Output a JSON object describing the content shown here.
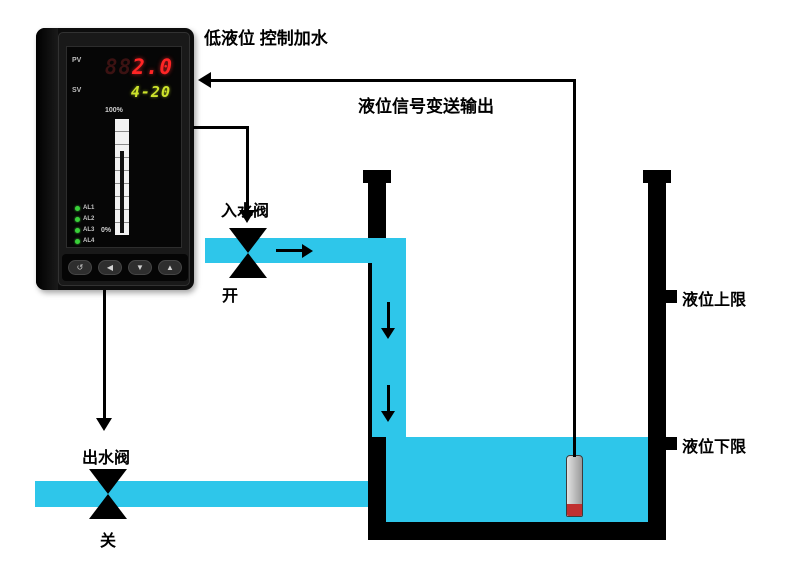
{
  "diagram": {
    "title": "低液位 控制加水",
    "signal_label": "液位信号变送输出",
    "inlet": {
      "label": "入水阀",
      "state": "开"
    },
    "outlet": {
      "label": "出水阀",
      "state": "关"
    },
    "upper_limit_label": "液位上限",
    "lower_limit_label": "液位下限"
  },
  "controller": {
    "pv_label": "PV",
    "pv_ghost": "88",
    "pv_value": "2.0",
    "sv_label": "SV",
    "sv_value": "4-20",
    "scale_max": "100%",
    "scale_min": "0%",
    "alarm_leds": [
      {
        "label": "AL1"
      },
      {
        "label": "AL2"
      },
      {
        "label": "AL3"
      },
      {
        "label": "AL4"
      }
    ],
    "buttons": [
      {
        "glyph": "↺"
      },
      {
        "glyph": "◀"
      },
      {
        "glyph": "▼"
      },
      {
        "glyph": "▲"
      }
    ]
  },
  "colors": {
    "water": "#2EC6EA",
    "line": "#000000",
    "pv_digits": "#FF2525",
    "sv_digits": "#CDE32C",
    "led": "#39D039",
    "probe_tip": "#C03030"
  }
}
